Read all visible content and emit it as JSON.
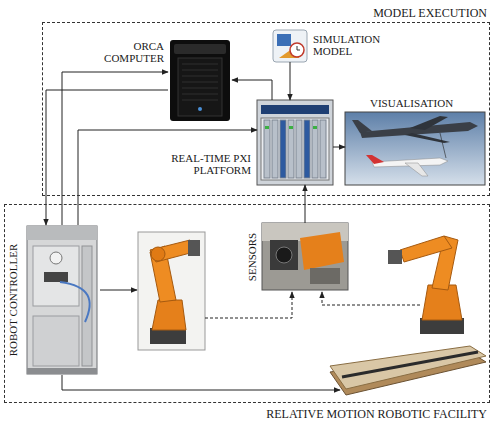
{
  "diagram": {
    "nodes": [
      {
        "text": [
          "MODEL EXECUTION"
        ]
      },
      {
        "text": [
          "RELATIVE MOTION ROBOTIC FACILITY"
        ]
      },
      {
        "text": [
          "ORCA COMPUTER"
        ],
        "in": 0
      },
      {
        "text": [
          "SIMULATION MODEL"
        ],
        "in": 0
      },
      {
        "text": [
          "REAL-TIME PXI PLATFORM"
        ],
        "in": 0
      },
      {
        "text": [
          "VISUALISATION"
        ],
        "in": 0
      },
      {
        "text": [
          "ROBOT CONTROLLER"
        ],
        "in": 1
      },
      {
        "text": [
          "SENSORS"
        ],
        "in": 1
      }
    ],
    "edges": [
      {
        "from": 2,
        "to": 6,
        "arrow": "to"
      },
      {
        "from": 6,
        "to": 2,
        "arrow": "to"
      },
      {
        "from": 6,
        "to": 4,
        "arrow": "to"
      },
      {
        "from": 4,
        "to": 2,
        "arrow": "to"
      },
      {
        "from": 3,
        "to": 4,
        "arrow": "to"
      },
      {
        "from": 4,
        "to": 5,
        "arrow": "to"
      },
      {
        "from": 7,
        "to": 4,
        "arrow": "to"
      }
    ]
  }
}
